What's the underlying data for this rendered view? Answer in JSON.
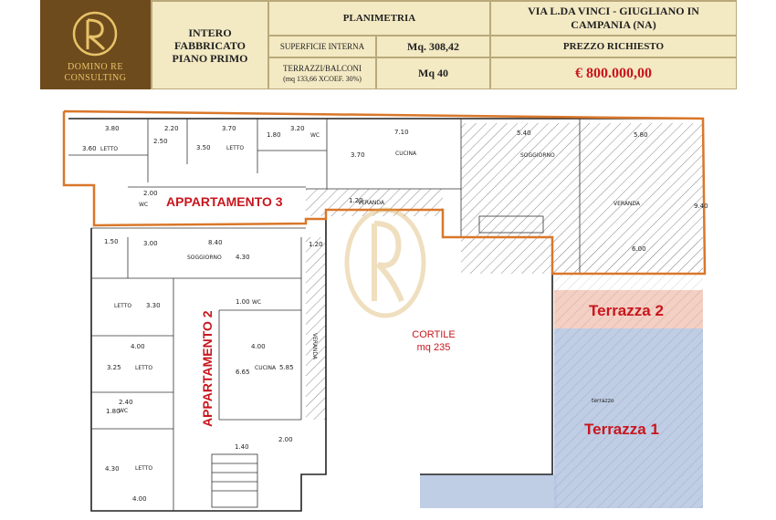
{
  "logo": {
    "line1": "DOMINO  RE",
    "line2": "CONSULTING"
  },
  "header": {
    "building": [
      "INTERO",
      "FABBRICATO",
      "PIANO PRIMO"
    ],
    "planimetria": "PLANIMETRIA",
    "superficie_label": "SUPERFICIE INTERNA",
    "superficie_value": "Mq. 308,42",
    "terrazzi_label": "TERRAZZI/BALCONI",
    "terrazzi_sub": "(mq 133,66  XCOEF. 30%)",
    "terrazzi_value": "Mq 40",
    "address": "VIA L.DA VINCI - GIUGLIANO IN CAMPANIA (NA)",
    "price_label": "PREZZO RICHIESTO",
    "price_value": "€ 800.000,00"
  },
  "plan": {
    "apt3": "APPARTAMENTO 3",
    "apt2": "APPARTAMENTO 2",
    "cortile": "CORTILE",
    "cortile_area": "mq 235",
    "terrazza1": "Terrazza 1",
    "terrazza2": "Terrazza 2",
    "terrazzo_small": "terrazzo",
    "rooms": {
      "letto": "LETTO",
      "wc": "WC",
      "cucina": "CUCINA",
      "soggiorno": "SOGGIORNO",
      "veranda": "VERANDA"
    },
    "dims": [
      "3.80",
      "2.20",
      "3.70",
      "3.20",
      "7.10",
      "5.40",
      "5.80",
      "3.60",
      "2.50",
      "3.50",
      "1.80",
      "3.70",
      "2.00",
      "1.20",
      "9.40",
      "6.00",
      "1.50",
      "3.00",
      "8.40",
      "1.20",
      "4.30",
      "3.30",
      "1.00",
      "4.00",
      "4.00",
      "3.25",
      "6.65",
      "5.85",
      "2.40",
      "1.80",
      "1.40",
      "2.00",
      "4.30",
      "4.00"
    ]
  },
  "colors": {
    "accent": "#c8161d",
    "header_bg": "#f3e9c3",
    "logo_bg": "#6d4b1c",
    "outline": "#d9772a",
    "terrazza1": "#b8c8e2",
    "terrazza2": "#f2c7b8"
  }
}
